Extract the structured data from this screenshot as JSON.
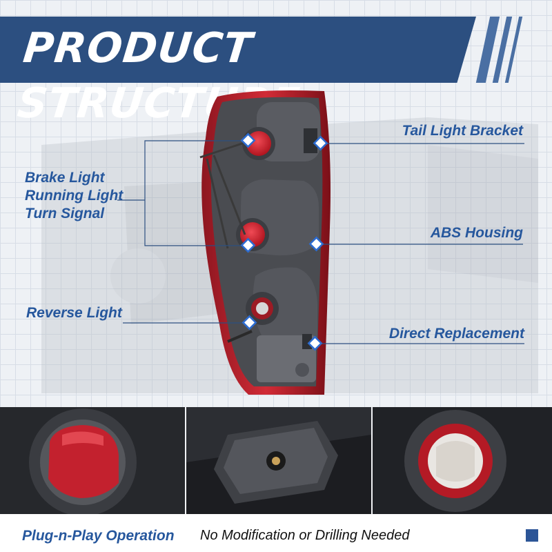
{
  "banner": {
    "title": "PRODUCT STRUCTURE"
  },
  "callouts": {
    "brake_light": "Brake Light",
    "running_light": "Running Light",
    "turn_signal": "Turn Signal",
    "reverse_light": "Reverse Light",
    "tail_light_bracket": "Tail Light Bracket",
    "abs_housing": "ABS Housing",
    "direct_replacement": "Direct Replacement"
  },
  "footer": {
    "highlight": "Plug-n-Play Operation",
    "text": "No Modification or Drilling Needed"
  },
  "colors": {
    "brand_blue": "#2c4f80",
    "label_blue": "#26579d",
    "lens_red": "#c3212e"
  }
}
